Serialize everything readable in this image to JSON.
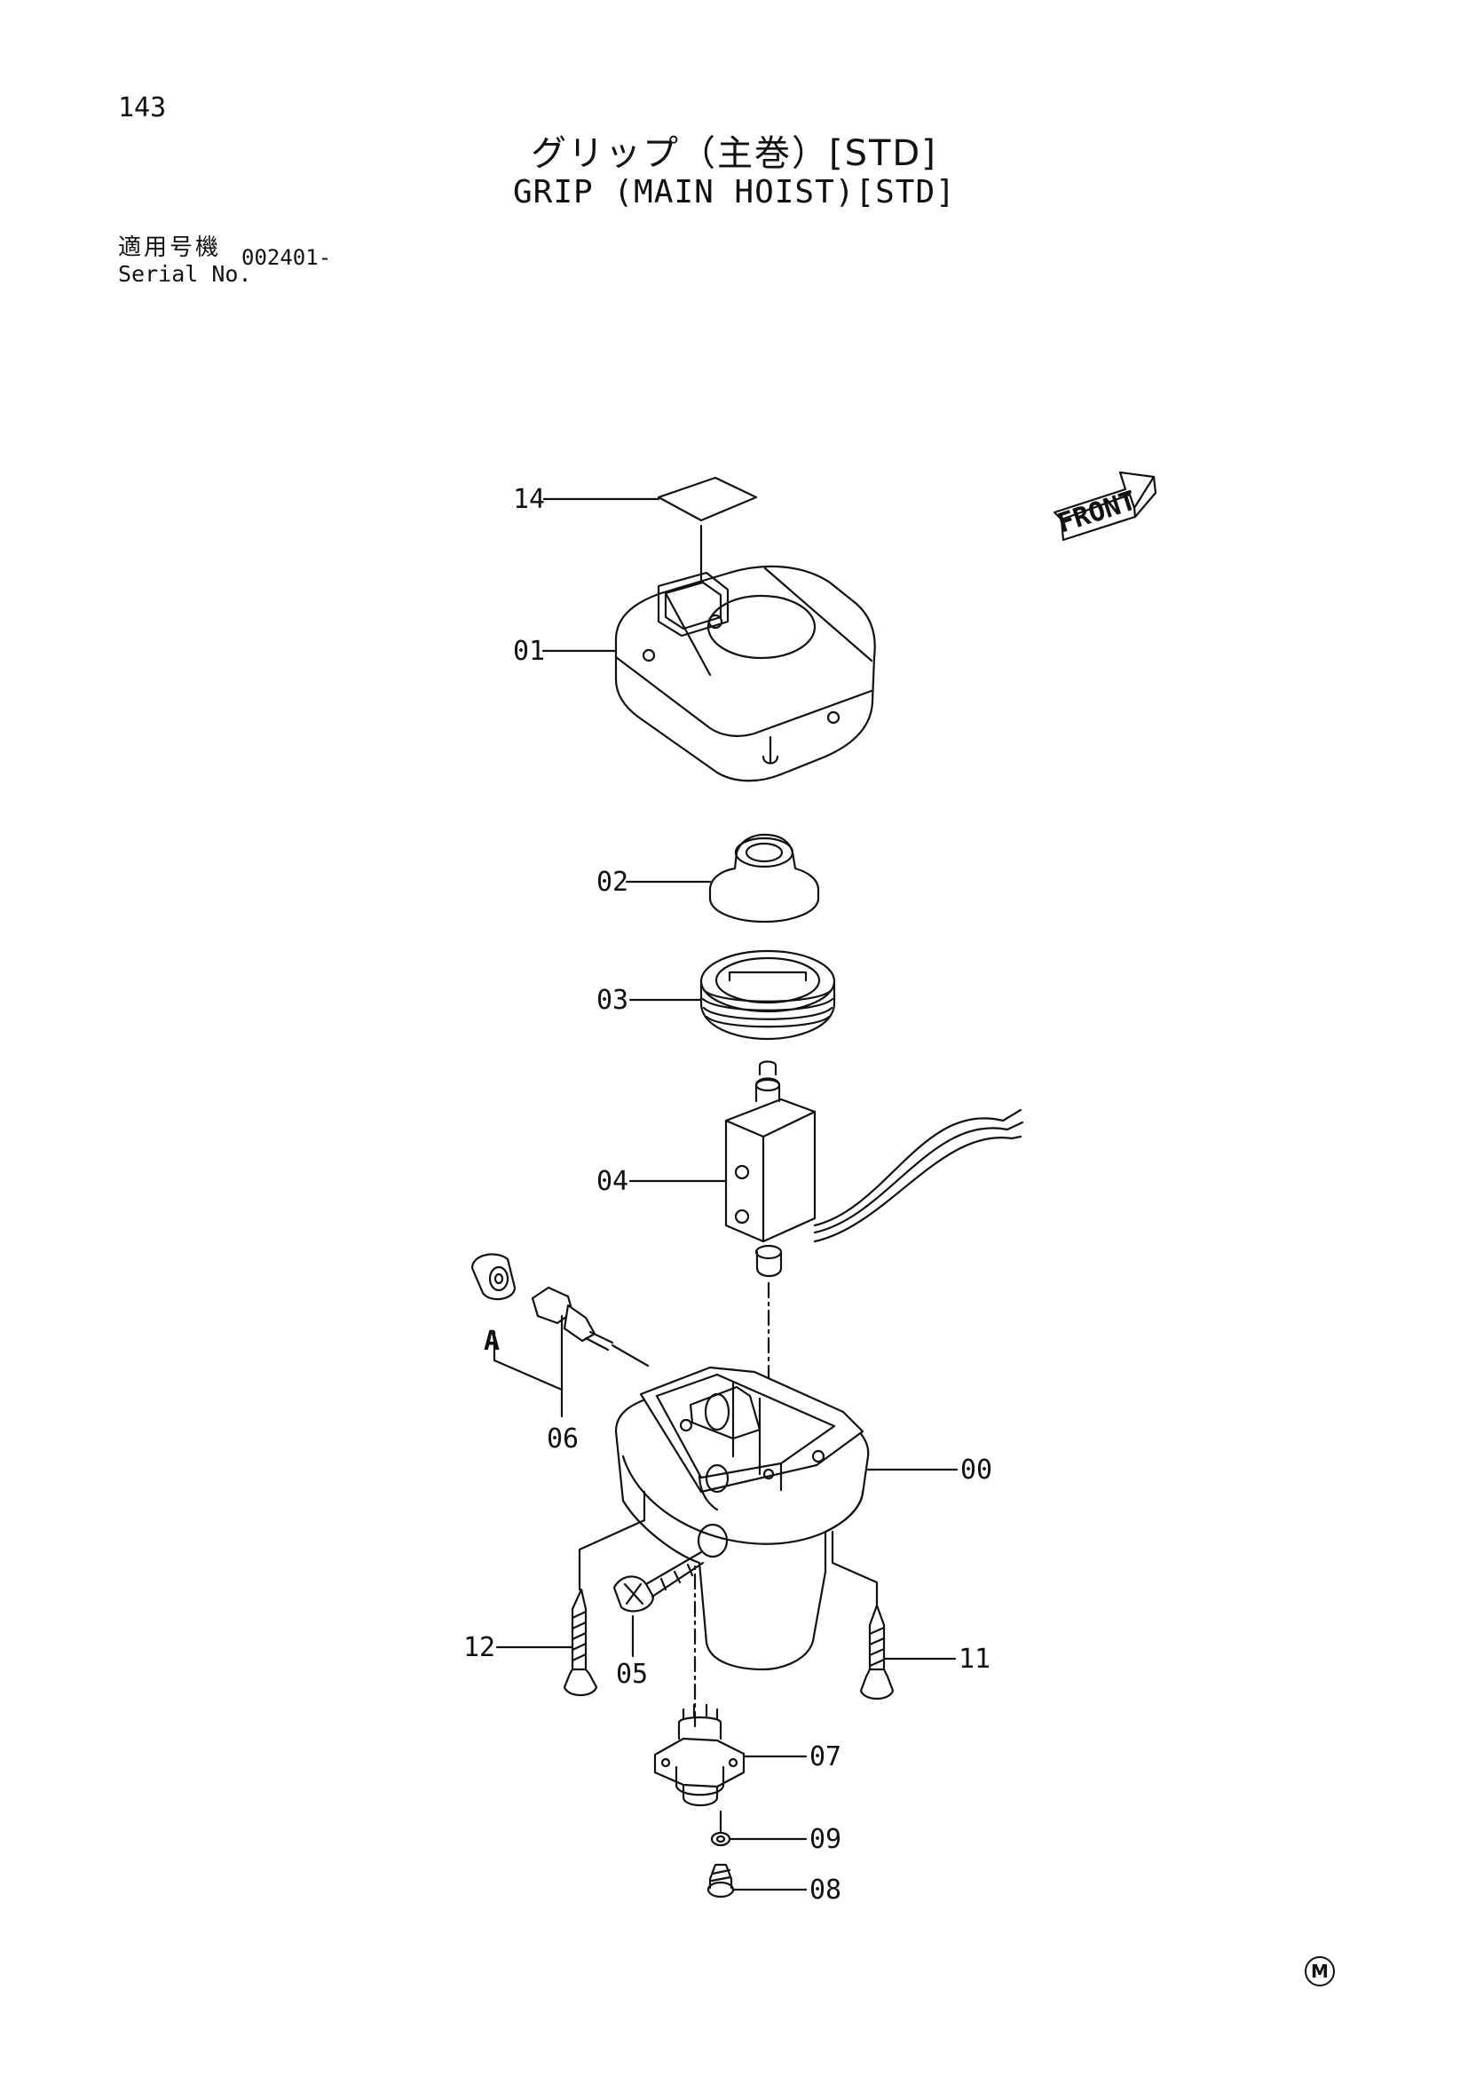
{
  "page_number": "143",
  "title_jp": "グリップ（主巻）[STD]",
  "title_en": "GRIP (MAIN HOIST)[STD]",
  "serial": {
    "label_jp": "適用号機",
    "label_en": "Serial No.",
    "value": "002401-"
  },
  "front_label": "FRONT",
  "detail_label": "A",
  "callouts": {
    "c14": "14",
    "c01": "01",
    "c02": "02",
    "c03": "03",
    "c04": "04",
    "c06": "06",
    "c00": "00",
    "c12": "12",
    "c05": "05",
    "c11": "11",
    "c07": "07",
    "c09": "09",
    "c08": "08"
  },
  "corner_mark": "M"
}
